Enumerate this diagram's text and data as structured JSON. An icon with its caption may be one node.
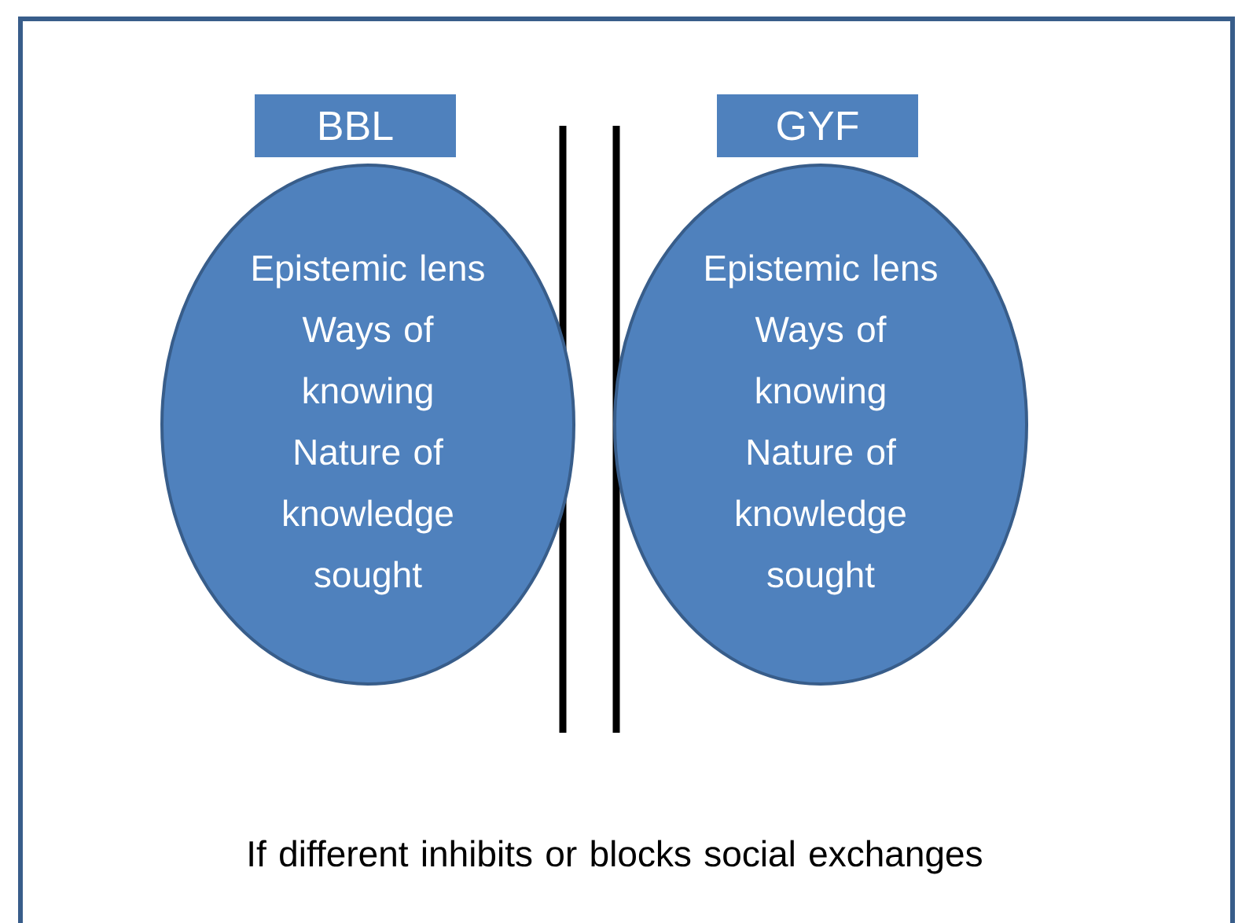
{
  "diagram": {
    "nodes": [
      {
        "text": [
          "BBL"
        ]
      },
      {
        "text": [
          "Epistemic lens",
          "Ways of knowing",
          "Nature of knowledge sought"
        ]
      },
      {
        "text": [
          "GYF"
        ]
      },
      {
        "text": [
          "Epistemic lens",
          "Ways of knowing",
          "Nature of knowledge sought"
        ]
      }
    ],
    "labels": [
      "If different inhibits or blocks social exchanges"
    ]
  }
}
